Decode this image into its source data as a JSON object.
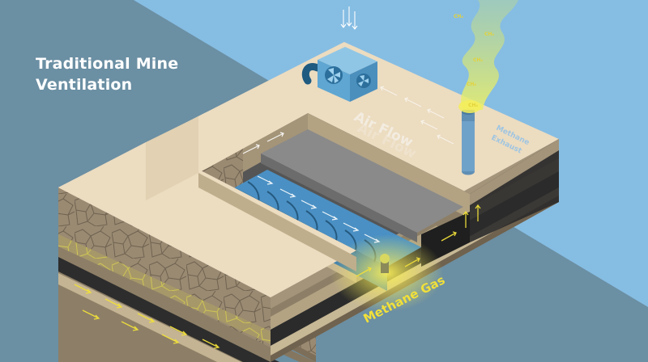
{
  "title": {
    "line1": "Traditional Mine",
    "line2": "Ventilation"
  },
  "labels": {
    "air_flow": "Air Flow",
    "methane_exhaust_line1": "Methane",
    "methane_exhaust_line2": "Exhaust",
    "methane_gas": "Methane Gas",
    "ch4": [
      "CH₄",
      "CH₄",
      "CH₄",
      "CH₄",
      "CH₄"
    ]
  },
  "colors": {
    "background_dark": "#6b8fa3",
    "background_sky": "#86bde3",
    "ground_top": "#ecdcc0",
    "rock_face": "#9a8a72",
    "coal_seam": "#2b2b2b",
    "water_tunnel": "#4a90c4",
    "methane_yellow": "#f1e03a",
    "methane_plume": "#c9e07a",
    "fan_unit": "#5fa6d2",
    "air_flow_text": "#f3ece0",
    "methane_exhaust_text": "#9ec5e2"
  },
  "icons": [
    "ventilation-fan-icon",
    "exhaust-chimney-icon",
    "air-flow-arrow-icon",
    "methane-arrow-icon"
  ]
}
